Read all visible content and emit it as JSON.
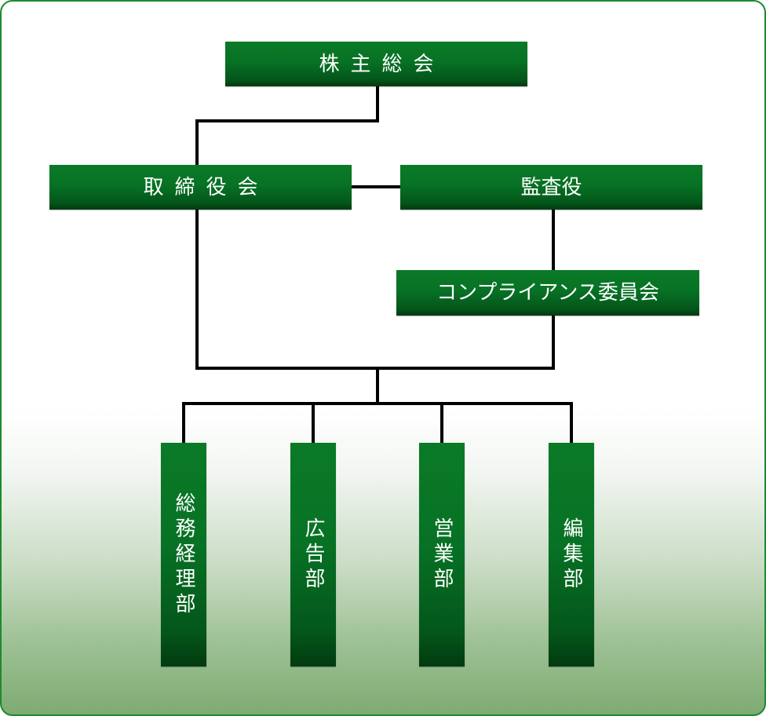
{
  "org_chart": {
    "shareholders_meeting": "株主総会",
    "board_of_directors": "取締役会",
    "auditor": "監査役",
    "compliance_committee": "コンプライアンス委員会",
    "departments": {
      "general_affairs_accounting": "総務経理部",
      "advertising": "広告部",
      "sales": "営業部",
      "editorial": "編集部"
    }
  },
  "colors": {
    "box_green": "#077225",
    "box_green_dark": "#023a10",
    "border_green": "#1e8a2e",
    "connector": "#000000",
    "background_bottom": "#7eaa72"
  }
}
